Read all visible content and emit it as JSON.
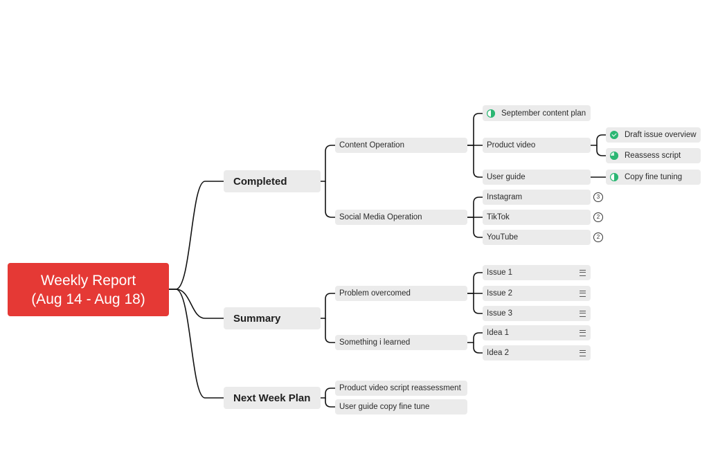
{
  "root": {
    "line1": "Weekly Report",
    "line2": "(Aug 14 - Aug 18)"
  },
  "branches": {
    "completed": {
      "label": "Completed",
      "content_operation": {
        "label": "Content Operation",
        "september_content_plan": "September content plan",
        "product_video": {
          "label": "Product video",
          "draft_issue_overview": "Draft issue overview",
          "reassess_script": "Reassess script"
        },
        "user_guide": {
          "label": "User guide",
          "copy_fine_tuning": "Copy fine tuning"
        }
      },
      "social_media_operation": {
        "label": "Social Media Operation",
        "instagram": {
          "label": "Instagram",
          "count": "3"
        },
        "tiktok": {
          "label": "TikTok",
          "count": "2"
        },
        "youtube": {
          "label": "YouTube",
          "count": "2"
        }
      }
    },
    "summary": {
      "label": "Summary",
      "problem_overcomed": {
        "label": "Problem overcomed",
        "issue_1": "Issue 1",
        "issue_2": "Issue 2",
        "issue_3": "Issue 3"
      },
      "something_learned": {
        "label": "Something i learned",
        "idea_1": "Idea 1",
        "idea_2": "Idea 2"
      }
    },
    "next_week_plan": {
      "label": "Next Week Plan",
      "item_1": "Product video script reassessment",
      "item_2": "User guide copy fine tune"
    }
  },
  "task_status": {
    "september_content_plan": "in-progress",
    "draft_issue_overview": "done",
    "reassess_script": "mostly-done",
    "copy_fine_tuning": "in-progress"
  },
  "colors": {
    "root_bg": "#e53935",
    "node_bg": "#ebebeb",
    "connector": "#111111",
    "task_green": "#2bb673"
  },
  "icons": {
    "task_done": "check-circle-icon",
    "task_progress": "pie-progress-icon",
    "note": "note-lines-icon",
    "count": "count-badge-icon"
  }
}
